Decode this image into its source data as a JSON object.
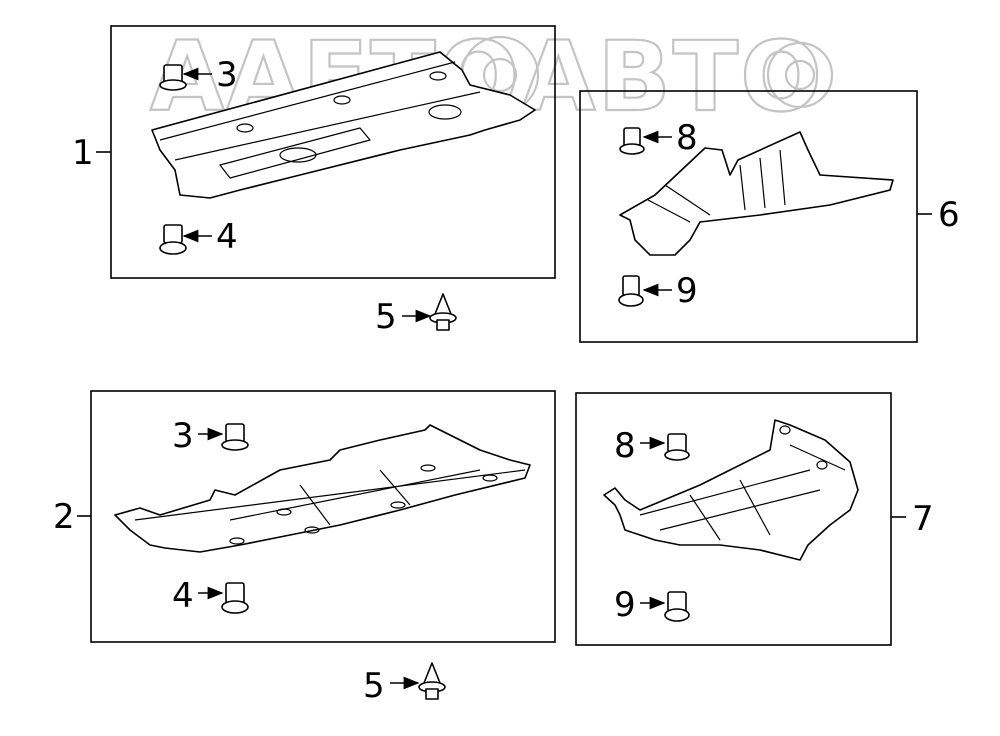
{
  "watermark": "ААЕТОАВТО",
  "callouts": {
    "c1": "1",
    "c2": "2",
    "c3a": "3",
    "c3b": "3",
    "c4a": "4",
    "c4b": "4",
    "c5a": "5",
    "c5b": "5",
    "c6": "6",
    "c7": "7",
    "c8a": "8",
    "c8b": "8",
    "c9a": "9",
    "c9b": "9"
  }
}
